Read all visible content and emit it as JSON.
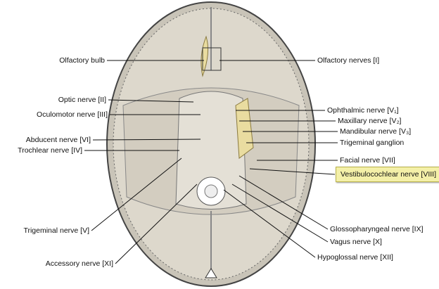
{
  "left_labels": [
    "Olfactory bulb",
    "Optic nerve [II]",
    "Oculomotor nerve [III]",
    "Abducent nerve [VI]",
    "Trochlear nerve [IV]",
    "Trigeminal nerve [V]",
    "Accessory nerve [XI]"
  ],
  "right_labels": [
    "Olfactory nerves [I]",
    "Ophthalmic nerve [V₁]",
    "Maxillary nerve [V₂]",
    "Mandibular nerve [V₃]",
    "Trigeminal ganglion",
    "Facial nerve [VII]",
    "Vestibulocochlear nerve [VIII]",
    "Glossopharyngeal nerve [IX]",
    "Vagus nerve [X]",
    "Hypoglossal nerve [XII]"
  ],
  "highlight_color": "#f4f0a8",
  "nerve_color": "#e9dca0"
}
